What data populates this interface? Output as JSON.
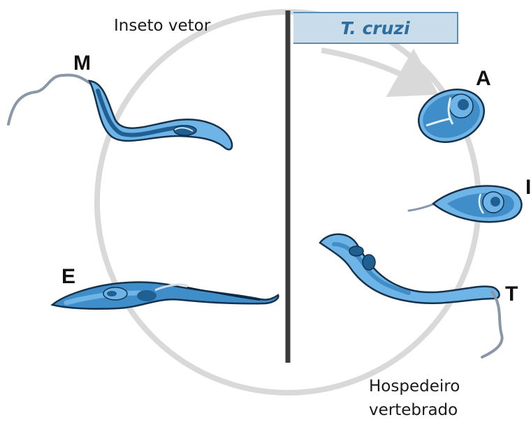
{
  "insect_label": "Inseto vetor",
  "host_label_line1": "Hospedeiro",
  "host_label_line2": "vertebrado",
  "title": "T. cruzi",
  "stages": {
    "M": "M",
    "A": "A",
    "E": "E",
    "T": "T",
    "I": "I"
  },
  "colors": {
    "cell_light": "#6fb4e6",
    "cell_dark": "#1f5f92",
    "outline": "#15324d",
    "flagellum": "#8a97a6",
    "cycle_ring": "#d9d9d9",
    "divider": "#3b3b3b",
    "title_fill": "#c9dcea",
    "title_text": "#2e6da0"
  }
}
